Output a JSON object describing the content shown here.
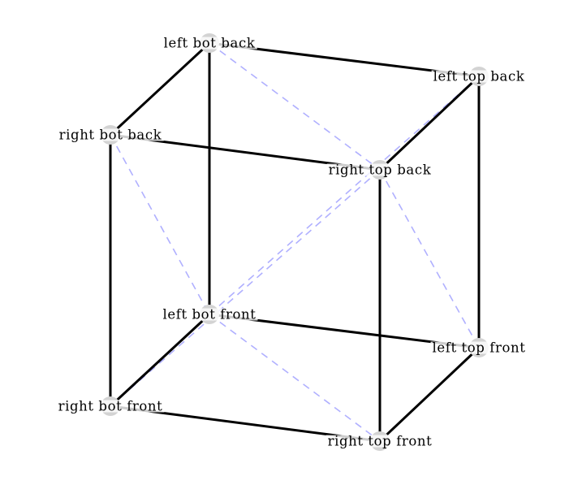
{
  "diagram": {
    "nodes": [
      {
        "id": "lbb",
        "label": "left bot back"
      },
      {
        "id": "ltb",
        "label": "left top back"
      },
      {
        "id": "rbb",
        "label": "right bot back"
      },
      {
        "id": "rtb",
        "label": "right top back"
      },
      {
        "id": "lbf",
        "label": "left bot front"
      },
      {
        "id": "ltf",
        "label": "left top front"
      },
      {
        "id": "rbf",
        "label": "right bot front"
      },
      {
        "id": "rtf",
        "label": "right top front"
      }
    ],
    "edges": [
      {
        "from": "lbb",
        "to": "ltb",
        "style": "solid"
      },
      {
        "from": "lbb",
        "to": "rbb",
        "style": "solid"
      },
      {
        "from": "lbb",
        "to": "lbf",
        "style": "solid"
      },
      {
        "from": "ltb",
        "to": "rtb",
        "style": "solid"
      },
      {
        "from": "ltb",
        "to": "ltf",
        "style": "solid"
      },
      {
        "from": "rbb",
        "to": "rtb",
        "style": "solid"
      },
      {
        "from": "rbb",
        "to": "rbf",
        "style": "solid"
      },
      {
        "from": "rtb",
        "to": "rtf",
        "style": "solid"
      },
      {
        "from": "lbf",
        "to": "ltf",
        "style": "solid"
      },
      {
        "from": "lbf",
        "to": "rbf",
        "style": "solid"
      },
      {
        "from": "ltf",
        "to": "rtf",
        "style": "solid"
      },
      {
        "from": "rbf",
        "to": "rtf",
        "style": "solid"
      },
      {
        "from": "lbb",
        "to": "rtb",
        "style": "dashed"
      },
      {
        "from": "rbb",
        "to": "lbf",
        "style": "dashed"
      },
      {
        "from": "rtb",
        "to": "ltf",
        "style": "dashed"
      },
      {
        "from": "lbf",
        "to": "rtf",
        "style": "dashed"
      },
      {
        "from": "lbf",
        "to": "ltb",
        "style": "dashed"
      },
      {
        "from": "rbf",
        "to": "rtb",
        "style": "dashed"
      }
    ]
  },
  "colors": {
    "edge": "#000000",
    "dashed_edge": "#b0b0ff",
    "node": "#d3d3d3",
    "background": "#ffffff"
  }
}
